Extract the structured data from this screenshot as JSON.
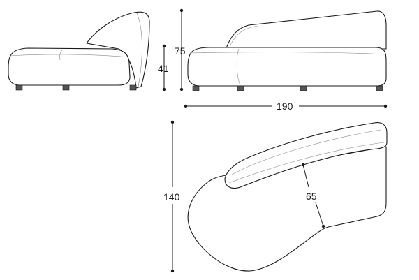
{
  "dimensions": {
    "seat_height": "41",
    "overall_height": "75",
    "length": "190",
    "depth": "140",
    "seat_depth": "65"
  },
  "colors": {
    "line": "#1a1a1a",
    "fine_line": "#8a8a8a",
    "background": "#ffffff"
  }
}
